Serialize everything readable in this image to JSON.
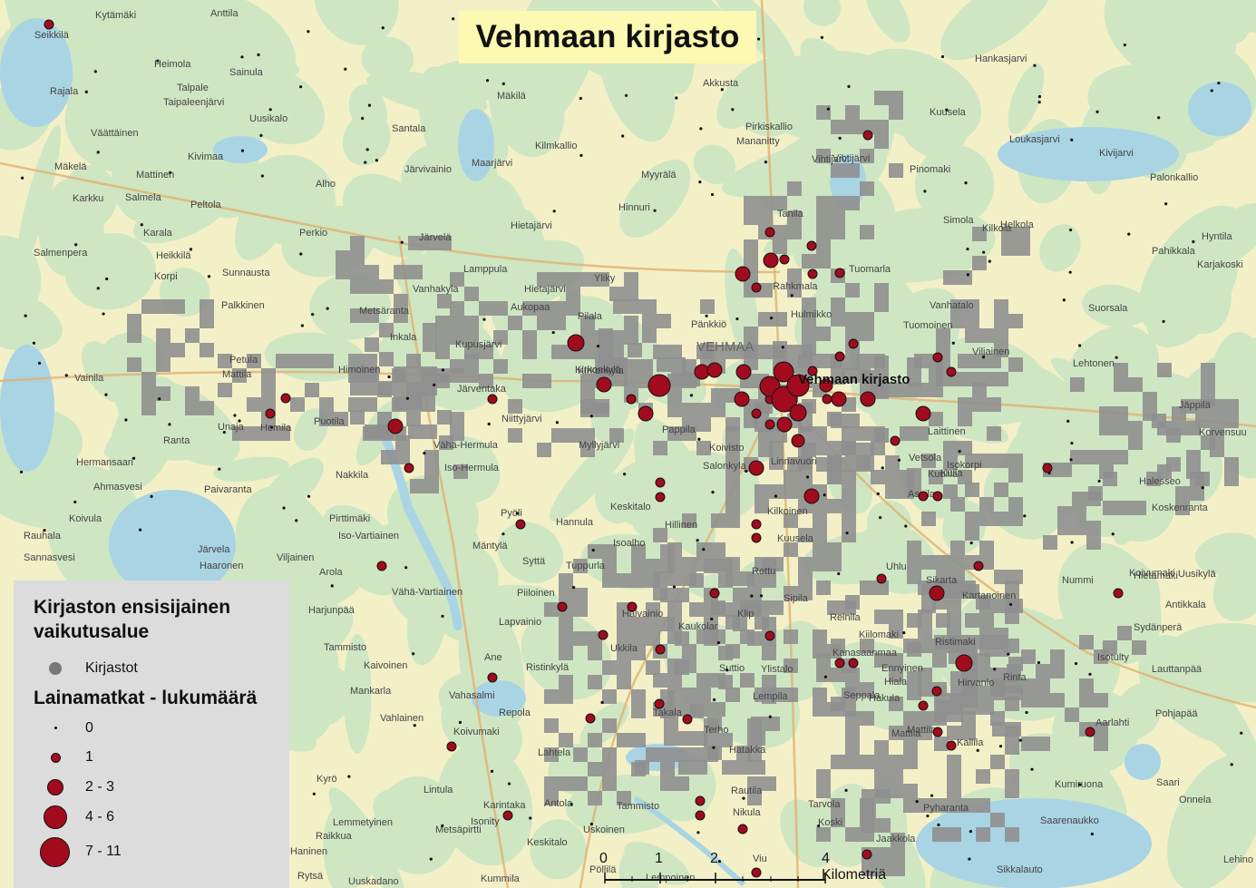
{
  "title": "Vehmaan kirjasto",
  "library_label": "Vehmaan kirjasto",
  "town_label": "VEHMAA",
  "legend": {
    "title": "Kirjaston ensisijainen vaikutusalue",
    "libraries_label": "Kirjastot",
    "loans_heading": "Lainamatkat - lukumäärä",
    "classes": [
      "0",
      "1",
      "2 - 3",
      "4 - 6",
      "7 - 11"
    ]
  },
  "scale": {
    "ticks": [
      "0",
      "1",
      "2"
    ],
    "end_label": "4 Kilometriä"
  },
  "colors": {
    "land": "#f3f0c8",
    "forest": "#cfe6c3",
    "water": "#a9d4e4",
    "grid_cell": "#8f8f8f",
    "loan_dot": "#a20b1e",
    "legend_bg": "#dcdcdc",
    "title_bg": "#fbf9b2"
  },
  "places": [
    {
      "name": "Kytämäki"
    },
    {
      "name": "Seikkilä"
    },
    {
      "name": "Anttila"
    },
    {
      "name": "Heimola"
    },
    {
      "name": "Sainula"
    },
    {
      "name": "Rajala"
    },
    {
      "name": "Talpale"
    },
    {
      "name": "Taipaleenjärvi"
    },
    {
      "name": "Uusikalo"
    },
    {
      "name": "Väättäinen"
    },
    {
      "name": "Kivimaa"
    },
    {
      "name": "Mäkelä"
    },
    {
      "name": "Mattinen"
    },
    {
      "name": "Karkku"
    },
    {
      "name": "Salmela"
    },
    {
      "name": "Peltola"
    },
    {
      "name": "Karala"
    },
    {
      "name": "Heikkilä"
    },
    {
      "name": "Salmenpera"
    },
    {
      "name": "Korpi"
    },
    {
      "name": "Sunnausta"
    },
    {
      "name": "Palkkinen"
    },
    {
      "name": "Perkio"
    },
    {
      "name": "Alho"
    },
    {
      "name": "Järvelä"
    },
    {
      "name": "Santala"
    },
    {
      "name": "Järvivainio"
    },
    {
      "name": "Maarjärvi"
    },
    {
      "name": "Mäkilä"
    },
    {
      "name": "Kilmkallio"
    },
    {
      "name": "Myyrälä"
    },
    {
      "name": "Hinnuri"
    },
    {
      "name": "Hietajärvi"
    },
    {
      "name": "Lamppula"
    },
    {
      "name": "Vanhakyla"
    },
    {
      "name": "Hietajärvi"
    },
    {
      "name": "Aukopaa"
    },
    {
      "name": "Yliky"
    },
    {
      "name": "Pilala"
    },
    {
      "name": "Pänkkiö"
    },
    {
      "name": "Kirkonkylä"
    },
    {
      "name": "Kupusjärvi"
    },
    {
      "name": "Metsäranta"
    },
    {
      "name": "Inkala"
    },
    {
      "name": "Himoinen"
    },
    {
      "name": "Petula"
    },
    {
      "name": "Mattila"
    },
    {
      "name": "Vainila"
    },
    {
      "name": "Unaja"
    },
    {
      "name": "Hemila"
    },
    {
      "name": "Puotila"
    },
    {
      "name": "Ranta"
    },
    {
      "name": "Hermansaari"
    },
    {
      "name": "Ahmasvesi"
    },
    {
      "name": "Paivaranta"
    },
    {
      "name": "Nakkila"
    },
    {
      "name": "Vähä-Hermula"
    },
    {
      "name": "Iso-Hermula"
    },
    {
      "name": "Järventaka"
    },
    {
      "name": "Niittyjärvi"
    },
    {
      "name": "Myllyjärvi"
    },
    {
      "name": "Pappila"
    },
    {
      "name": "Koivisto"
    },
    {
      "name": "Salonkyla"
    },
    {
      "name": "Linnavuori"
    },
    {
      "name": "Keskitalo"
    },
    {
      "name": "Pyöli"
    },
    {
      "name": "Hannula"
    },
    {
      "name": "Hillinen"
    },
    {
      "name": "Kilkoinen"
    },
    {
      "name": "Kuusela"
    },
    {
      "name": "Isoalho"
    },
    {
      "name": "Tuppurla"
    },
    {
      "name": "Mäntylä"
    },
    {
      "name": "Syttä"
    },
    {
      "name": "Piiloinen"
    },
    {
      "name": "Lapvainio"
    },
    {
      "name": "Koivula"
    },
    {
      "name": "Rauhala"
    },
    {
      "name": "Sannasvesi"
    },
    {
      "name": "Järvela"
    },
    {
      "name": "Haaronen"
    },
    {
      "name": "Viljainen"
    },
    {
      "name": "Arola"
    },
    {
      "name": "Vähä-Vartiainen"
    },
    {
      "name": "Pirttimäki"
    },
    {
      "name": "Iso-Vartiainen"
    },
    {
      "name": "Harjunpää"
    },
    {
      "name": "Tammisto"
    },
    {
      "name": "Ane"
    },
    {
      "name": "Kaivoinen"
    },
    {
      "name": "Mankarla"
    },
    {
      "name": "Vahasalmi"
    },
    {
      "name": "Repola"
    },
    {
      "name": "Vahlainen"
    },
    {
      "name": "Koivumaki"
    },
    {
      "name": "Lahtela"
    },
    {
      "name": "Kyrö"
    },
    {
      "name": "Lintula"
    },
    {
      "name": "Karintaka"
    },
    {
      "name": "Antola"
    },
    {
      "name": "Tammisto"
    },
    {
      "name": "Uskoinen"
    },
    {
      "name": "Keskitalo"
    },
    {
      "name": "Isonity"
    },
    {
      "name": "Metsäpirtti"
    },
    {
      "name": "Lemmetyinen"
    },
    {
      "name": "Raikkua"
    },
    {
      "name": "Haninen"
    },
    {
      "name": "Rytsä"
    },
    {
      "name": "Uuskadano"
    },
    {
      "name": "Kummila"
    },
    {
      "name": "Pöllilä"
    },
    {
      "name": "Lempoinen"
    },
    {
      "name": "Viu"
    },
    {
      "name": "Rautila"
    },
    {
      "name": "Nikula"
    },
    {
      "name": "Takala"
    },
    {
      "name": "Terho"
    },
    {
      "name": "Hatakka"
    },
    {
      "name": "Ukkila"
    },
    {
      "name": "Ristinkylä"
    },
    {
      "name": "Kaukolar"
    },
    {
      "name": "Suttio"
    },
    {
      "name": "Ylistalo"
    },
    {
      "name": "Lempila"
    },
    {
      "name": "Sipila"
    },
    {
      "name": "Rettu"
    },
    {
      "name": "Klip"
    },
    {
      "name": "Halvainio"
    },
    {
      "name": "Tarvola"
    },
    {
      "name": "Koski"
    },
    {
      "name": "Jaakkola"
    },
    {
      "name": "Pyharanta"
    },
    {
      "name": "Mattila"
    },
    {
      "name": "Kallila"
    },
    {
      "name": "Seppala"
    },
    {
      "name": "Hakula"
    },
    {
      "name": "Hiala"
    },
    {
      "name": "Ennyinen"
    },
    {
      "name": "Kanasaanmaa"
    },
    {
      "name": "Kiilomaki"
    },
    {
      "name": "Reinila"
    },
    {
      "name": "Ristimaki"
    },
    {
      "name": "Hirvanlo"
    },
    {
      "name": "Rinta"
    },
    {
      "name": "Uhlu"
    },
    {
      "name": "Sikarta"
    },
    {
      "name": "Kartanoinen"
    },
    {
      "name": "Nummi"
    },
    {
      "name": "Kulla"
    },
    {
      "name": "Isokorpi"
    },
    {
      "name": "Kilkola"
    },
    {
      "name": "Tuomarla"
    },
    {
      "name": "Rahkmala"
    },
    {
      "name": "Tanila"
    },
    {
      "name": "Pirkiskallio"
    },
    {
      "name": "Mananitty"
    },
    {
      "name": "Vihtijarvi"
    },
    {
      "name": "Akkusta"
    },
    {
      "name": "Hulmikko"
    },
    {
      "name": "Vanhatalo"
    },
    {
      "name": "Tuomoinen"
    },
    {
      "name": "Viljainen"
    },
    {
      "name": "Vihtijärvi"
    },
    {
      "name": "Kuusela"
    },
    {
      "name": "Pinomaki"
    },
    {
      "name": "Simola"
    },
    {
      "name": "Helkola"
    },
    {
      "name": "Hankasjarvi"
    },
    {
      "name": "Loukasjarvi"
    },
    {
      "name": "Kivijarvi"
    },
    {
      "name": "Palonkallio"
    },
    {
      "name": "Hyntila"
    },
    {
      "name": "Pahikkala"
    },
    {
      "name": "Karjakoski"
    },
    {
      "name": "Suorsala"
    },
    {
      "name": "Lehtonen"
    },
    {
      "name": "Jäppilä"
    },
    {
      "name": "Korvensuu"
    },
    {
      "name": "Halesseo"
    },
    {
      "name": "Koskenranta"
    },
    {
      "name": "Koivumaki"
    },
    {
      "name": "Antikkala"
    },
    {
      "name": "Sydänperä"
    },
    {
      "name": "Isotulty"
    },
    {
      "name": "Lauttanpää"
    },
    {
      "name": "Pohjapää"
    },
    {
      "name": "Aarlahti"
    },
    {
      "name": "Kumiruona"
    },
    {
      "name": "Saari"
    },
    {
      "name": "Onnela"
    },
    {
      "name": "Saarenaukko"
    },
    {
      "name": "Lehino"
    },
    {
      "name": "Sikkalauto"
    },
    {
      "name": "Laittinen"
    },
    {
      "name": "Vetsola"
    },
    {
      "name": "Kuulila"
    },
    {
      "name": "Kirkonkyla"
    },
    {
      "name": "Mattila"
    },
    {
      "name": "Aseila"
    },
    {
      "name": "Uusikylä"
    },
    {
      "name": "Hietamaki"
    }
  ]
}
